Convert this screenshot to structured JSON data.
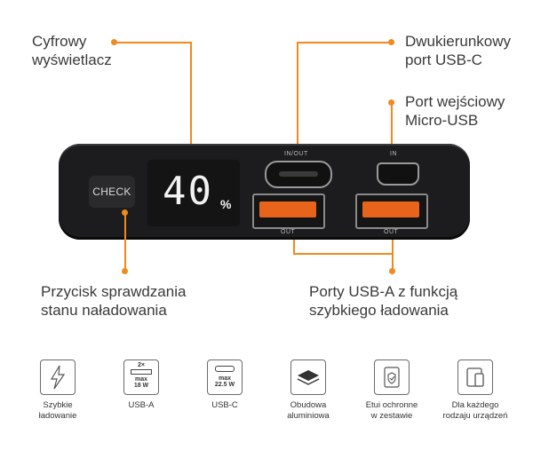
{
  "callouts": {
    "display": [
      "Cyfrowy",
      "wyświetlacz"
    ],
    "usbc": [
      "Dwukierunkowy",
      "port USB-C"
    ],
    "micro": [
      "Port wejściowy",
      "Micro-USB"
    ],
    "check": [
      "Przycisk sprawdzania",
      "stanu naładowania"
    ],
    "usba": [
      "Porty USB-A z funkcją",
      "szybkiego ładowania"
    ]
  },
  "device": {
    "check_label": "CHECK",
    "battery_digits": "40",
    "battery_unit": "%",
    "port_labels": {
      "usbc": "IN/OUT",
      "micro": "IN",
      "usba1": "OUT",
      "usba2": "OUT"
    }
  },
  "features": [
    {
      "icon": "lightning-icon",
      "lines": [
        "Szybkie",
        "ładowanie"
      ]
    },
    {
      "icon": "usb-a-icon",
      "badge_top": "2×",
      "badge_bottom": [
        "max",
        "18 W"
      ],
      "lines": [
        "USB-A"
      ]
    },
    {
      "icon": "usb-c-icon",
      "badge_bottom": [
        "max",
        "22.5 W"
      ],
      "lines": [
        "USB-C"
      ]
    },
    {
      "icon": "layers-icon",
      "lines": [
        "Obudowa",
        "aluminiowa"
      ]
    },
    {
      "icon": "shield-pouch-icon",
      "lines": [
        "Etui ochronne",
        "w zestawie"
      ]
    },
    {
      "icon": "devices-icon",
      "lines": [
        "Dla każdego",
        "rodzaju urządzeń"
      ]
    }
  ],
  "colors": {
    "accent": "#f08a1c",
    "device_body": "#1c1c1e",
    "usb_a_tongue": "#e8641a"
  }
}
